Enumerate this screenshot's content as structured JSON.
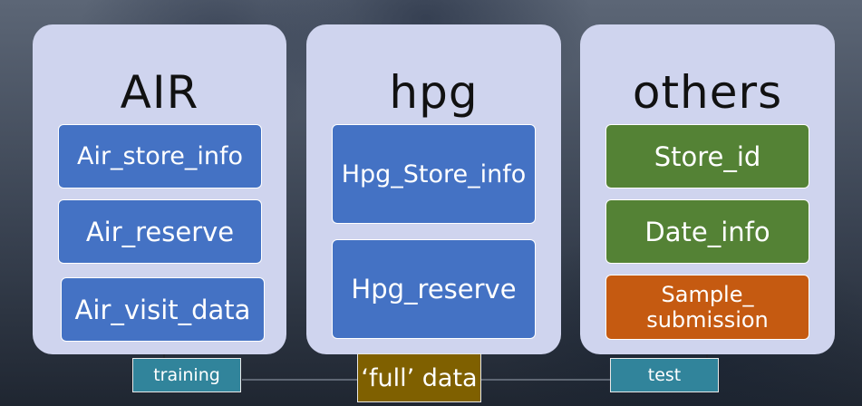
{
  "panels": {
    "air": {
      "title": "AIR",
      "items": [
        "Air_store_info",
        "Air_reserve",
        "Air_visit_data"
      ]
    },
    "hpg": {
      "title": "hpg",
      "items": [
        "Hpg_Store_info",
        "Hpg_reserve"
      ]
    },
    "others": {
      "title": "others",
      "items": [
        "Store_id",
        "Date_info"
      ],
      "sample_line1": "Sample_",
      "sample_line2": "submission"
    }
  },
  "labels": {
    "training": "training",
    "full_data": "‘full’ data",
    "test": "test"
  },
  "colors": {
    "panel_bg": "#cfd4ee",
    "blue_box": "#4472c4",
    "green_box": "#548235",
    "orange_box": "#c55a11",
    "teal_label": "#31849b",
    "olive_label": "#7f6000"
  }
}
